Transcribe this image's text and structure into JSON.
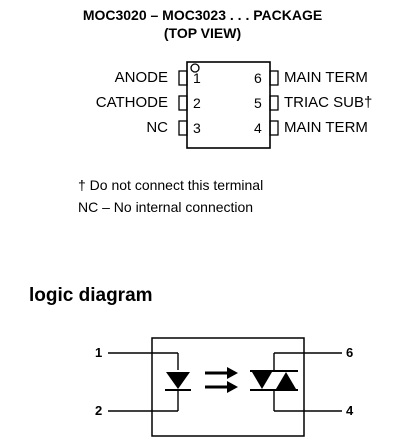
{
  "package": {
    "title_line1": "MOC3020 – MOC3023 . . . PACKAGE",
    "title_line2": "(TOP VIEW)",
    "pins_left": [
      {
        "label": "ANODE",
        "number": "1"
      },
      {
        "label": "CATHODE",
        "number": "2"
      },
      {
        "label": "NC",
        "number": "3"
      }
    ],
    "pins_right": [
      {
        "label": "MAIN TERM",
        "number": "6"
      },
      {
        "label": "TRIAC SUB†",
        "number": "5"
      },
      {
        "label": "MAIN TERM",
        "number": "4"
      }
    ]
  },
  "notes": {
    "dagger_note": "† Do not connect this terminal",
    "nc_note": "NC – No internal connection"
  },
  "logic": {
    "heading": "logic diagram",
    "pin1": "1",
    "pin2": "2",
    "pin6": "6",
    "pin4": "4"
  }
}
